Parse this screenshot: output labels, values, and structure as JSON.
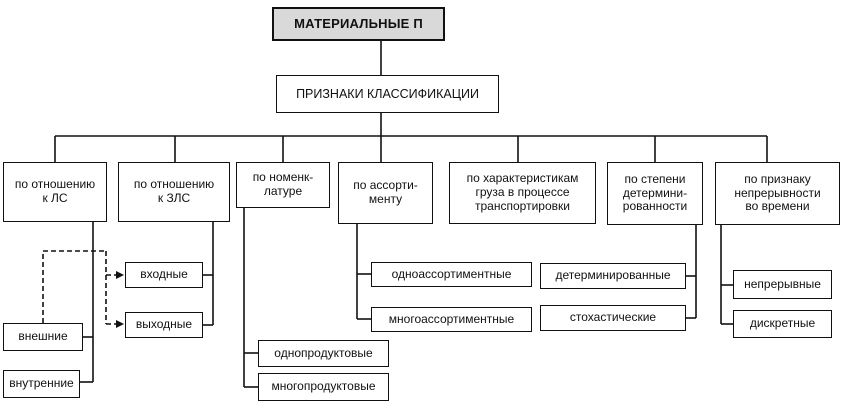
{
  "title": "МАТЕРИАЛЬНЫЕ П",
  "root": "ПРИЗНАКИ КЛАССИФИКАЦИИ",
  "categories": [
    "по отношению\nк ЛС",
    "по отношению\nк ЗЛС",
    "по номенк-\nлатуре",
    "по ассорти-\nменту",
    "по характеристикам\nгруза в процессе\nтранспортировки",
    "по степени\nдетермини-\nрованности",
    "по признаку\nнепрерывности\nво времени"
  ],
  "leaves": {
    "ls": [
      "внешние",
      "внутренние"
    ],
    "zls": [
      "входные",
      "выходные"
    ],
    "nomenclature": [
      "однопродуктовые",
      "многопродуктовые"
    ],
    "assortment": [
      "одноассортиментные",
      "многоассортиментные"
    ],
    "determinism": [
      "детерминированные",
      "стохастические"
    ],
    "continuity": [
      "непрерывные",
      "дискретные"
    ]
  }
}
